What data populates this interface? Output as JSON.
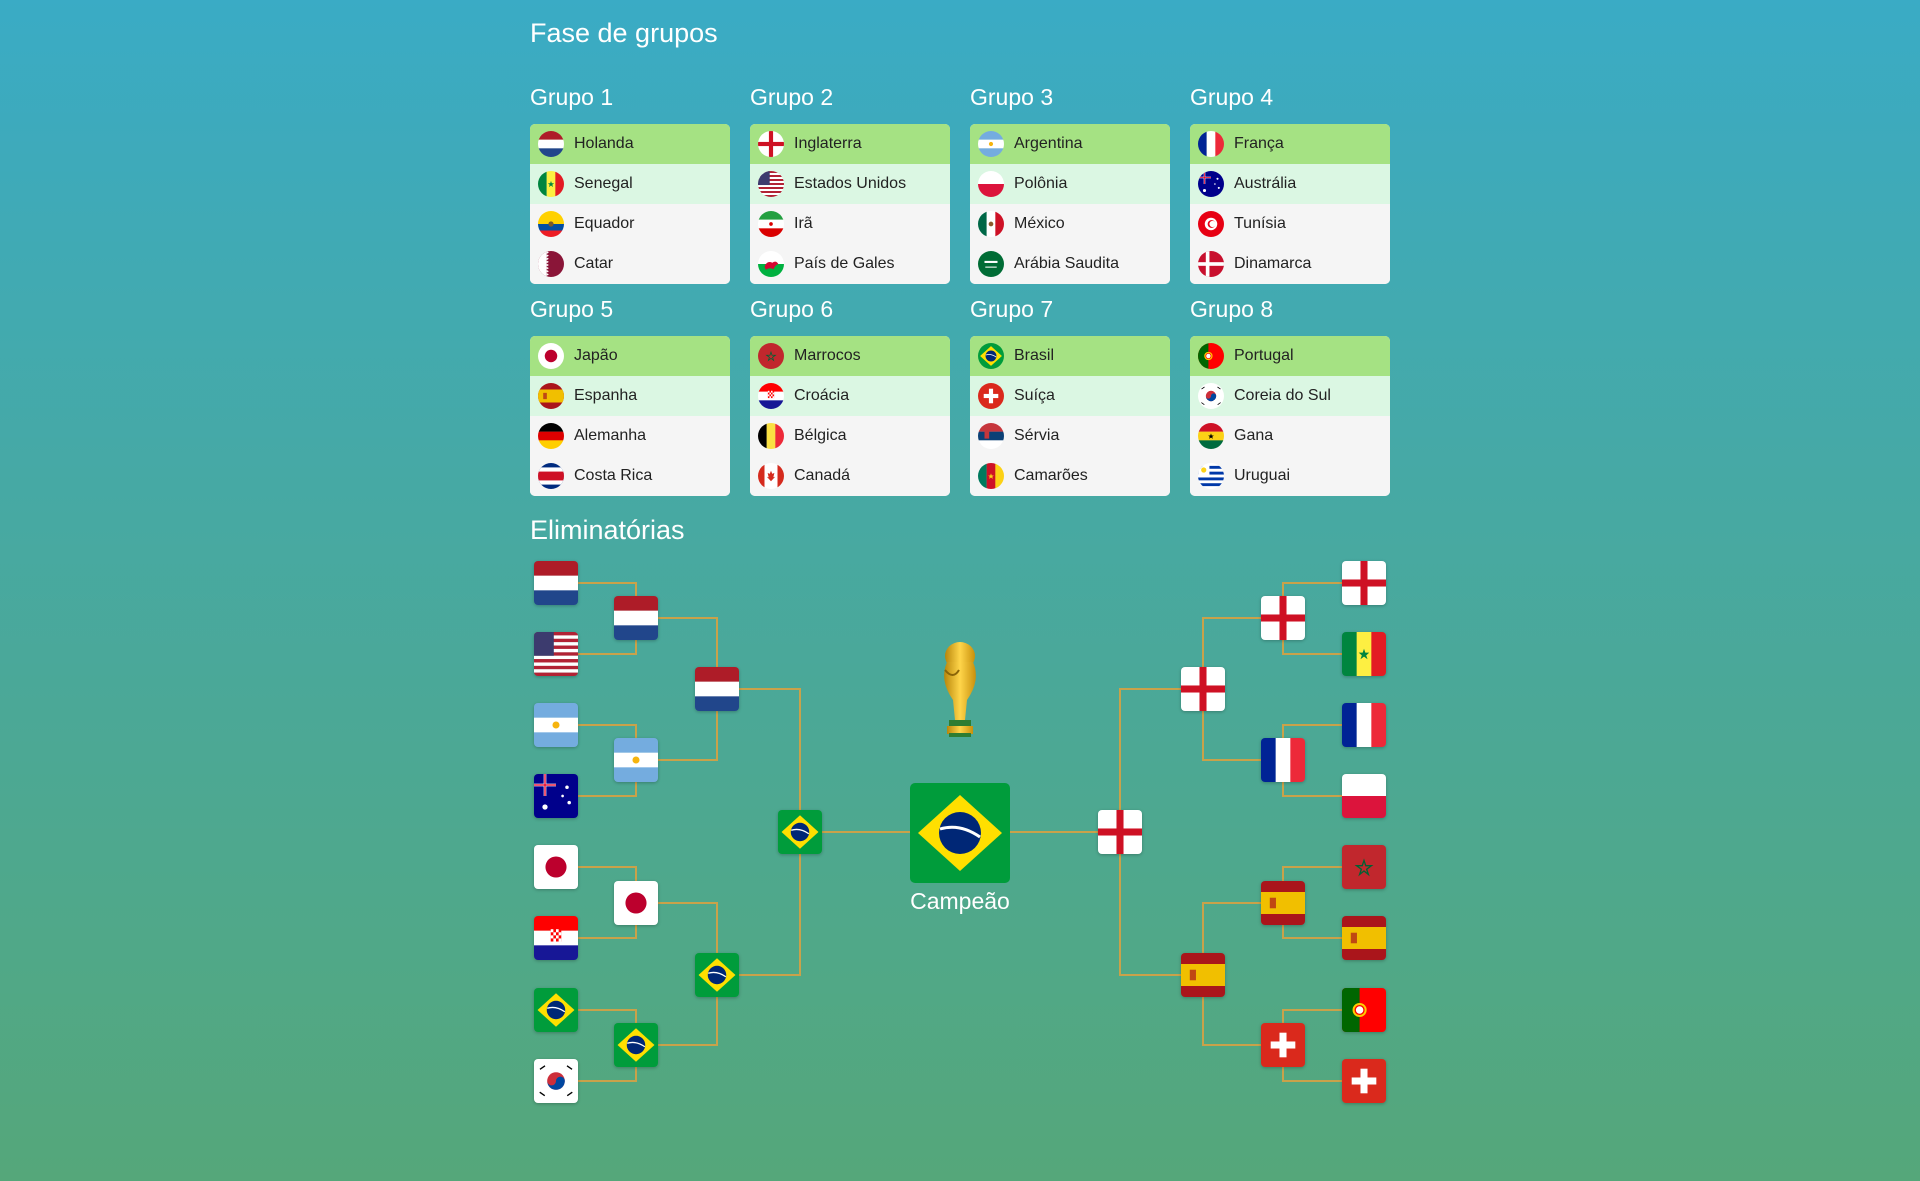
{
  "titles": {
    "groups": "Fase de grupos",
    "knockout": "Eliminatórias"
  },
  "groups": [
    {
      "name": "Grupo 1",
      "teams": [
        {
          "name": "Holanda",
          "flag": "NED"
        },
        {
          "name": "Senegal",
          "flag": "SEN"
        },
        {
          "name": "Equador",
          "flag": "ECU"
        },
        {
          "name": "Catar",
          "flag": "QAT"
        }
      ]
    },
    {
      "name": "Grupo 2",
      "teams": [
        {
          "name": "Inglaterra",
          "flag": "ENG"
        },
        {
          "name": "Estados Unidos",
          "flag": "USA"
        },
        {
          "name": "Irã",
          "flag": "IRN"
        },
        {
          "name": "País de Gales",
          "flag": "WAL"
        }
      ]
    },
    {
      "name": "Grupo 3",
      "teams": [
        {
          "name": "Argentina",
          "flag": "ARG"
        },
        {
          "name": "Polônia",
          "flag": "POL"
        },
        {
          "name": "México",
          "flag": "MEX"
        },
        {
          "name": "Arábia Saudita",
          "flag": "KSA"
        }
      ]
    },
    {
      "name": "Grupo 4",
      "teams": [
        {
          "name": "França",
          "flag": "FRA"
        },
        {
          "name": "Austrália",
          "flag": "AUS"
        },
        {
          "name": "Tunísia",
          "flag": "TUN"
        },
        {
          "name": "Dinamarca",
          "flag": "DEN"
        }
      ]
    },
    {
      "name": "Grupo 5",
      "teams": [
        {
          "name": "Japão",
          "flag": "JPN"
        },
        {
          "name": "Espanha",
          "flag": "ESP"
        },
        {
          "name": "Alemanha",
          "flag": "GER"
        },
        {
          "name": "Costa Rica",
          "flag": "CRC"
        }
      ]
    },
    {
      "name": "Grupo 6",
      "teams": [
        {
          "name": "Marrocos",
          "flag": "MAR"
        },
        {
          "name": "Croácia",
          "flag": "CRO"
        },
        {
          "name": "Bélgica",
          "flag": "BEL"
        },
        {
          "name": "Canadá",
          "flag": "CAN"
        }
      ]
    },
    {
      "name": "Grupo 7",
      "teams": [
        {
          "name": "Brasil",
          "flag": "BRA"
        },
        {
          "name": "Suíça",
          "flag": "SUI"
        },
        {
          "name": "Sérvia",
          "flag": "SRB"
        },
        {
          "name": "Camarões",
          "flag": "CMR"
        }
      ]
    },
    {
      "name": "Grupo 8",
      "teams": [
        {
          "name": "Portugal",
          "flag": "POR"
        },
        {
          "name": "Coreia do Sul",
          "flag": "KOR"
        },
        {
          "name": "Gana",
          "flag": "GHA"
        },
        {
          "name": "Uruguai",
          "flag": "URU"
        }
      ]
    }
  ],
  "bracket": {
    "left": {
      "round_of_16": [
        "NED",
        "USA",
        "ARG",
        "AUS",
        "JPN",
        "CRO",
        "BRA",
        "KOR"
      ],
      "quarterfinals": [
        "NED",
        "ARG",
        "JPN",
        "BRA"
      ],
      "semifinals": [
        "NED",
        "BRA"
      ],
      "final": "BRA"
    },
    "right": {
      "round_of_16": [
        "ENG",
        "SEN",
        "FRA",
        "POL",
        "MAR",
        "ESP",
        "POR",
        "SUI"
      ],
      "quarterfinals": [
        "ENG",
        "FRA",
        "ESP",
        "SUI"
      ],
      "semifinals": [
        "ENG",
        "ESP"
      ],
      "final": "ENG"
    },
    "champion": {
      "flag": "BRA",
      "label": "Campeão"
    }
  },
  "colors": {
    "bracket_line": "#c9a24a",
    "first_place": "#a5e283",
    "second_place": "#dbf7e3"
  }
}
